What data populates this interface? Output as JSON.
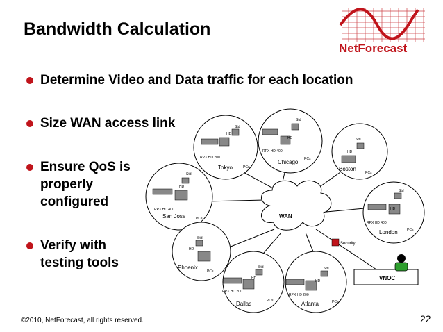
{
  "slide": {
    "title": "Bandwidth Calculation",
    "page_number": "22",
    "copyright": "©2010, NetForecast, all rights reserved."
  },
  "logo": {
    "text": "NetForecast",
    "color": "#c0141b"
  },
  "bullets": [
    {
      "lines": [
        "Determine Video and Data traffic for each location"
      ]
    },
    {
      "lines": [
        "Size WAN access link"
      ]
    },
    {
      "lines": [
        "Ensure QoS is",
        "properly",
        "configured"
      ]
    },
    {
      "lines": [
        "Verify with",
        "testing tools"
      ]
    }
  ],
  "network": {
    "wan_label": "WAN",
    "security_label": "Security",
    "vnoc_label": "VNOC",
    "sites": [
      {
        "name": "Tokyo",
        "rpx": "RPX HD 200",
        "pcs": "PCs",
        "hd": "HD",
        "std": "Std"
      },
      {
        "name": "Chicago",
        "rpx": "RPX HD 400",
        "pcs": "PCs",
        "hd": "HD",
        "std": "Std"
      },
      {
        "name": "Boston",
        "rpx": "",
        "pcs": "PCs",
        "hd": "HD",
        "std": "Std"
      },
      {
        "name": "San Jose",
        "rpx": "RPX HD 400",
        "pcs": "PCs",
        "hd": "HD",
        "std": "Std"
      },
      {
        "name": "London",
        "rpx": "RPX HD 400",
        "pcs": "PCs",
        "hd": "HD",
        "std": "Std"
      },
      {
        "name": "Phoenix",
        "rpx": "",
        "pcs": "PCs",
        "hd": "HD",
        "std": "Std"
      },
      {
        "name": "Dallas",
        "rpx": "RPX HD 200",
        "pcs": "PCs",
        "hd": "HD",
        "std": "Std"
      },
      {
        "name": "Atlanta",
        "rpx": "RPX HD 200",
        "pcs": "PCs",
        "hd": "HD",
        "std": "Std"
      }
    ]
  },
  "colors": {
    "accent": "#c0141b",
    "user_icon": "#2e9e2e"
  }
}
